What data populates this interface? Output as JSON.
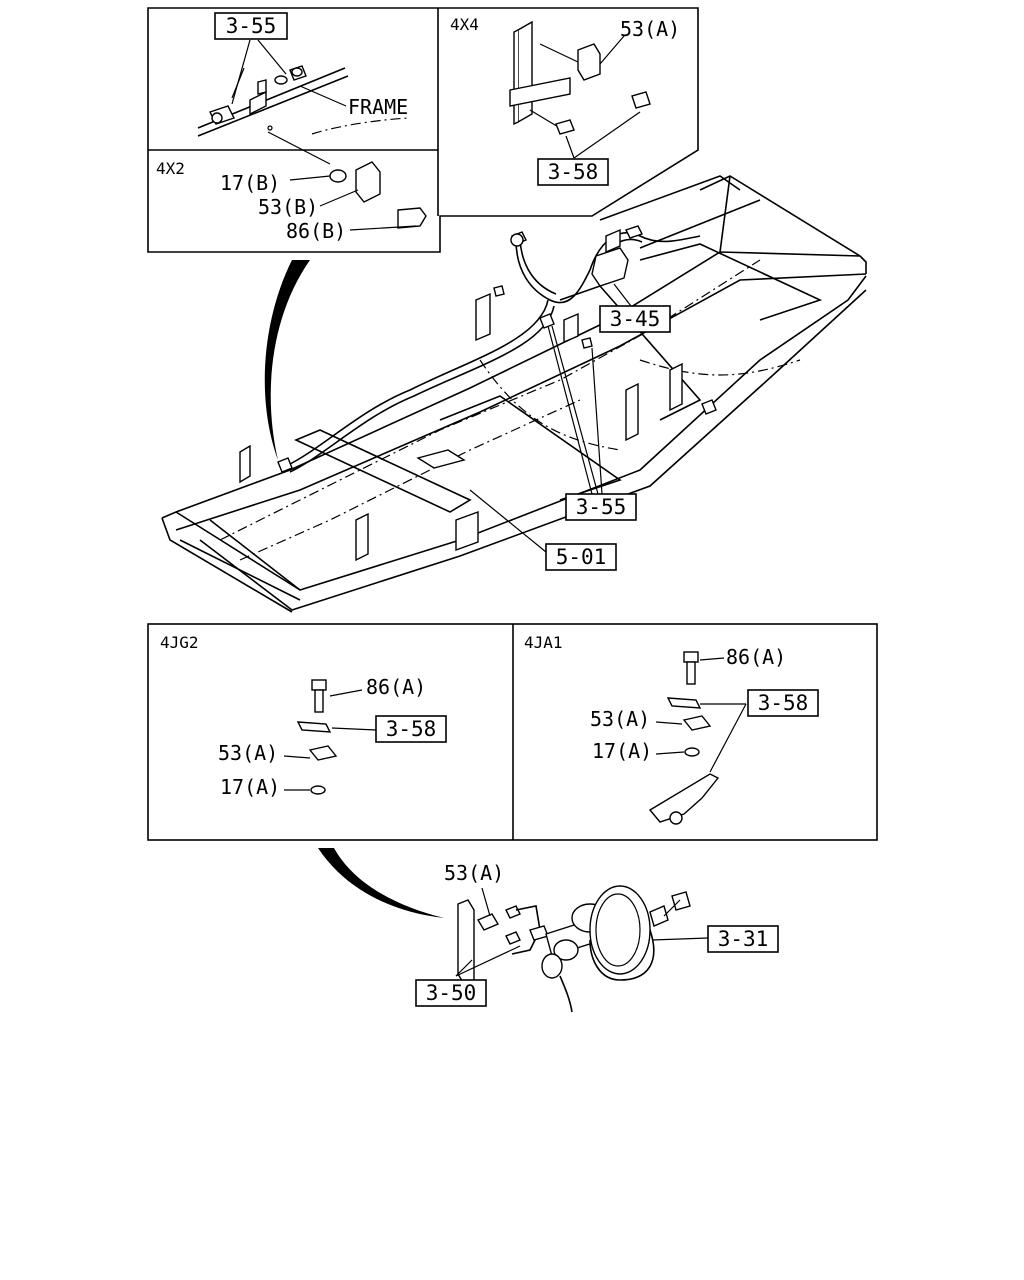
{
  "panels": {
    "top_left": {
      "ref": "3-55",
      "frame_label": "FRAME"
    },
    "top_right": {
      "label": "4X4",
      "part_53": "53(A)",
      "ref": "3-58"
    },
    "mid_left": {
      "label": "4X2",
      "part_17": "17(B)",
      "part_53": "53(B)",
      "part_86": "86(B)"
    },
    "bottom_left": {
      "label": "4JG2",
      "part_86": "86(A)",
      "ref": "3-58",
      "part_53": "53(A)",
      "part_17": "17(A)"
    },
    "bottom_right": {
      "label": "4JA1",
      "part_86": "86(A)",
      "ref": "3-58",
      "part_53": "53(A)",
      "part_17": "17(A)"
    }
  },
  "main": {
    "ref_345": "3-45",
    "ref_355": "3-55",
    "ref_501": "5-01"
  },
  "booster": {
    "part_53": "53(A)",
    "ref_331": "3-31",
    "ref_350": "3-50"
  }
}
